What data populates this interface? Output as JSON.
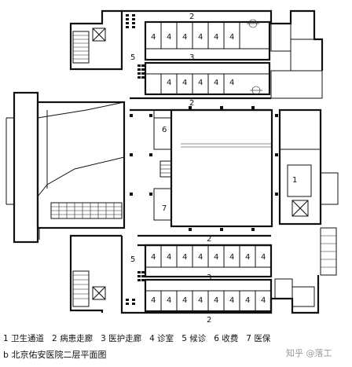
{
  "legend": {
    "items": [
      {
        "num": "1",
        "text": "卫生通道"
      },
      {
        "num": "2",
        "text": "病患走廊"
      },
      {
        "num": "3",
        "text": "医护走廊"
      },
      {
        "num": "4",
        "text": "诊室"
      },
      {
        "num": "5",
        "text": "候诊"
      },
      {
        "num": "6",
        "text": "收费"
      },
      {
        "num": "7",
        "text": "医保"
      }
    ]
  },
  "caption": "b 北京佑安医院二层平面图",
  "watermark": "知乎 @落工",
  "room_labels": {
    "n1": "1",
    "n2a": "2",
    "n2b": "2",
    "n2c": "2",
    "n2d": "2",
    "n3a": "3",
    "n3b": "3",
    "n5a": "5",
    "n5b": "5",
    "n6": "6",
    "n7": "7",
    "n4": "4"
  }
}
